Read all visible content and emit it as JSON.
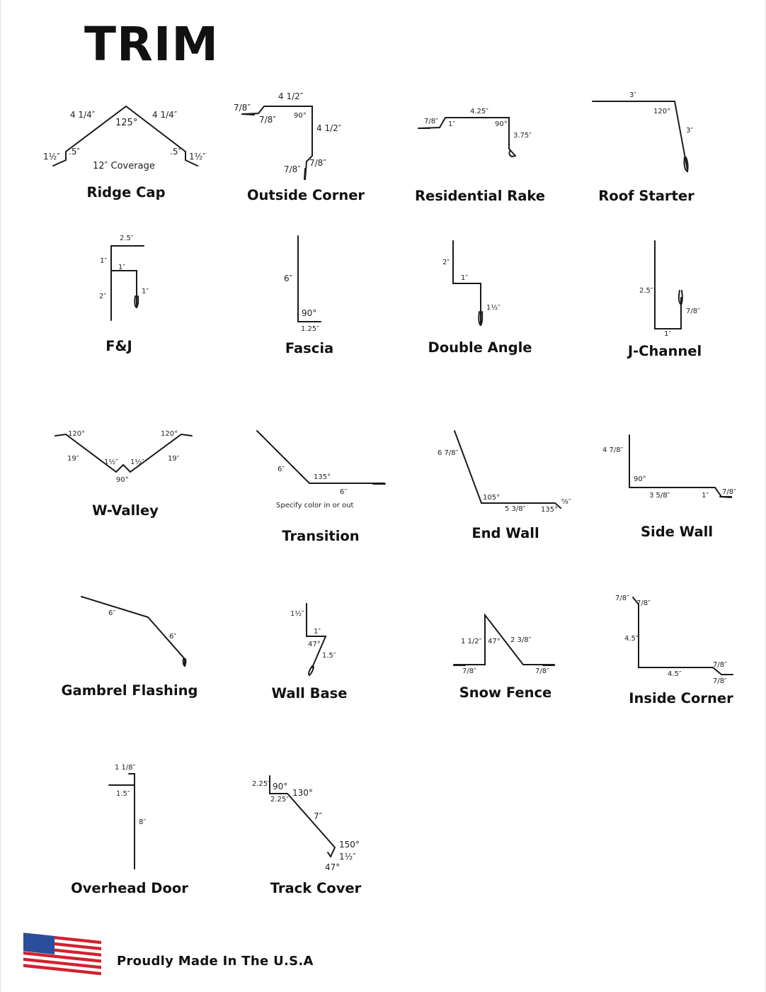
{
  "page": {
    "title": "TRIM",
    "footer": "Proudly Made In The U.S.A"
  },
  "flag": {
    "icon": "us-flag-icon"
  },
  "profiles": {
    "ridge_cap": {
      "label": "Ridge Cap",
      "dims": [
        "4 1/4″",
        "4 1/4″",
        "125°",
        "1½″",
        ".5″",
        ".5″",
        "1½″",
        "12″ Coverage"
      ]
    },
    "outside_corner": {
      "label": "Outside Corner",
      "dims": [
        "4 1/2″",
        "7/8″",
        "7/8″",
        "90°",
        "4 1/2″",
        "7/8″",
        "7/8″"
      ]
    },
    "residential_rake": {
      "label": "Residential Rake",
      "dims": [
        "4.25″",
        "7/8″",
        "1″",
        "90°",
        "3.75″"
      ]
    },
    "roof_starter": {
      "label": "Roof Starter",
      "dims": [
        "3″",
        "120°",
        "3″"
      ]
    },
    "f_and_j": {
      "label": "F&J",
      "dims": [
        "2.5″",
        "1″",
        "1″",
        "2″",
        "1″"
      ]
    },
    "fascia": {
      "label": "Fascia",
      "dims": [
        "6″",
        "90°",
        "1.25″"
      ]
    },
    "double_angle": {
      "label": "Double Angle",
      "dims": [
        "2″",
        "1″",
        "1½″"
      ]
    },
    "j_channel": {
      "label": "J-Channel",
      "dims": [
        "2.5″",
        "7/8″",
        "1″"
      ]
    },
    "w_valley": {
      "label": "W-Valley",
      "dims": [
        "120°",
        "120°",
        "19″",
        "1½″",
        "1½″",
        "19″",
        "90°"
      ]
    },
    "transition": {
      "label": "Transition",
      "dims": [
        "6″",
        "135°",
        "6″"
      ],
      "note": "Specify color in or out"
    },
    "end_wall": {
      "label": "End Wall",
      "dims": [
        "6 7/8″",
        "105°",
        "5 3/8″",
        "135°",
        "⅝″"
      ]
    },
    "side_wall": {
      "label": "Side Wall",
      "dims": [
        "4 7/8″",
        "90°",
        "3 5/8″",
        "1″",
        "7/8″"
      ]
    },
    "gambrel_flashing": {
      "label": "Gambrel Flashing",
      "dims": [
        "6″",
        "6″"
      ]
    },
    "wall_base": {
      "label": "Wall Base",
      "dims": [
        "1½″",
        "1″",
        "47°",
        "1.5″"
      ]
    },
    "snow_fence": {
      "label": "Snow Fence",
      "dims": [
        "1 1/2″",
        "47°",
        "2 3/8″",
        "7/8″",
        "7/8″"
      ]
    },
    "inside_corner": {
      "label": "Inside Corner",
      "dims": [
        "7/8″",
        "7/8″",
        "4.5″",
        "4.5″",
        "7/8″",
        "7/8″"
      ]
    },
    "overhead_door": {
      "label": "Overhead Door",
      "dims": [
        "1 1/8″",
        "1.5″",
        "8″"
      ]
    },
    "track_cover": {
      "label": "Track Cover",
      "dims": [
        "2.25″",
        "90°",
        "130°",
        "2.25″",
        "7″",
        "150°",
        "1½″",
        "47°"
      ]
    }
  }
}
